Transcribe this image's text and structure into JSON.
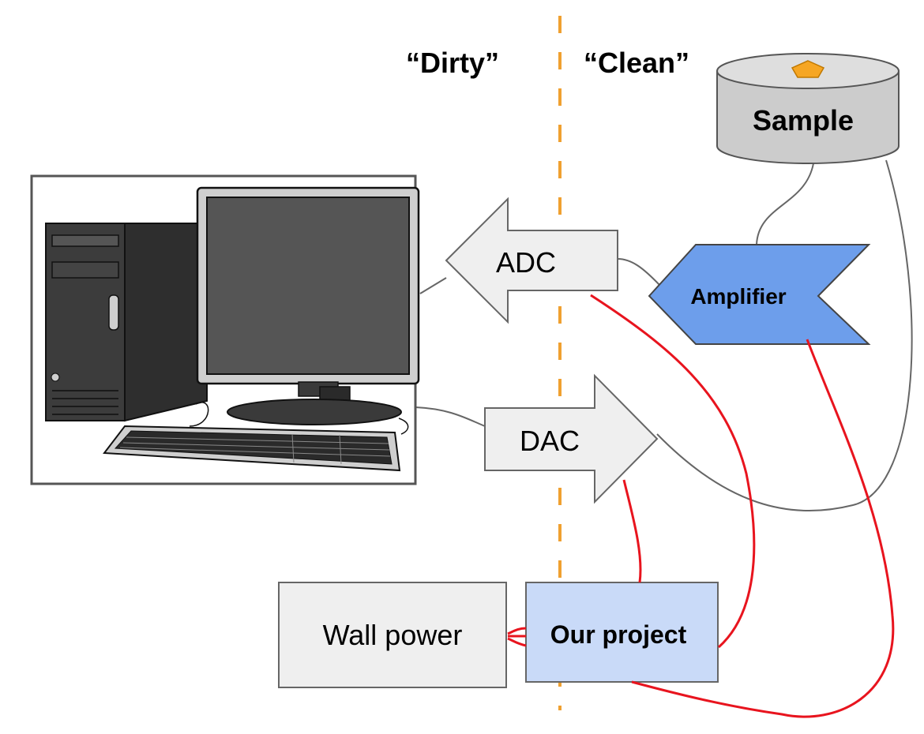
{
  "zones": {
    "dirty": "“Dirty”",
    "clean": "“Clean”"
  },
  "nodes": {
    "sample": "Sample",
    "adc": "ADC",
    "dac": "DAC",
    "amplifier": "Amplifier",
    "wall_power": "Wall power",
    "our_project": "Our project"
  },
  "icons": {
    "computer": "desktop-computer-icon",
    "sample_marker": "pentagon-icon"
  },
  "colors": {
    "boundary": "#f0a030",
    "power_wire": "#e8141e",
    "signal_wire": "#666666",
    "amplifier_fill": "#6d9eeb",
    "project_fill": "#c9daf8",
    "node_fill": "#efefef",
    "sample_fill": "#cccccc",
    "sample_marker": "#f6a623"
  }
}
